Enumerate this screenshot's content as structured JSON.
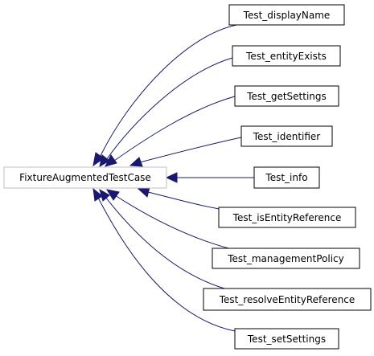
{
  "diagram": {
    "base_class": {
      "label": "FixtureAugmentedTestCase"
    },
    "derived_classes": [
      {
        "label": "Test_displayName"
      },
      {
        "label": "Test_entityExists"
      },
      {
        "label": "Test_getSettings"
      },
      {
        "label": "Test_identifier"
      },
      {
        "label": "Test_info"
      },
      {
        "label": "Test_isEntityReference"
      },
      {
        "label": "Test_managementPolicy"
      },
      {
        "label": "Test_resolveEntityReference"
      },
      {
        "label": "Test_setSettings"
      }
    ],
    "colors": {
      "edge": "#191970",
      "base_border": "#bfbfbf",
      "node_border": "#000000"
    }
  }
}
